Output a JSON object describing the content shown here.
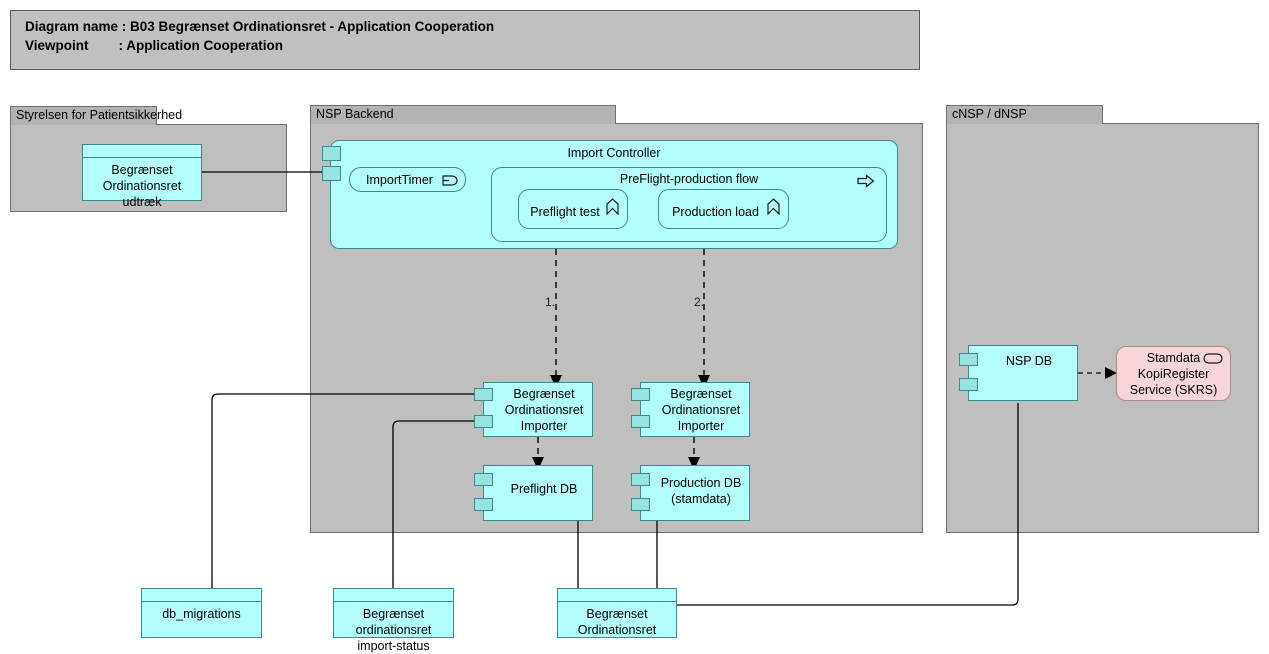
{
  "header": {
    "line1": "Diagram name : B03 Begrænset Ordinationsret - Application Cooperation",
    "line2": "Viewpoint        : Application Cooperation"
  },
  "groups": [
    {
      "id": "spsk",
      "label": "Styrelsen for Patientsikkerhed"
    },
    {
      "id": "nsp",
      "label": "NSP Backend"
    },
    {
      "id": "cnsp",
      "label": "cNSP / dNSP"
    }
  ],
  "elements": {
    "udtraek": {
      "label": "Begrænset\nOrdinationsret\nudtræk",
      "type": "data-object"
    },
    "import_controller": {
      "label": "Import Controller",
      "type": "application-component-rounded"
    },
    "import_timer": {
      "label": "ImportTimer",
      "type": "application-event",
      "icon": "application-event-icon"
    },
    "preflight_flow": {
      "label": "PreFlight-production flow",
      "type": "application-process",
      "icon": "application-process-icon"
    },
    "preflight_test": {
      "label": "Preflight test",
      "type": "application-function",
      "icon": "application-function-icon"
    },
    "production_load": {
      "label": "Production load",
      "type": "application-function",
      "icon": "application-function-icon"
    },
    "importer_preflight": {
      "label": "Begrænset\nOrdinationsret\nImporter",
      "type": "application-component"
    },
    "importer_production": {
      "label": "Begrænset\nOrdinationsret\nImporter",
      "type": "application-component"
    },
    "preflight_db": {
      "label": "Preflight DB",
      "type": "application-component"
    },
    "production_db": {
      "label": "Production DB\n(stamdata)",
      "type": "application-component"
    },
    "nsp_db": {
      "label": "NSP DB",
      "type": "application-component"
    },
    "skrs": {
      "label": "Stamdata\nKopiRegister\nService (SKRS)",
      "type": "application-service",
      "icon": "application-service-icon"
    },
    "db_migrations": {
      "label": "db_migrations",
      "type": "data-object"
    },
    "import_status": {
      "label": "Begrænset\nordinationsret\nimport-status",
      "type": "data-object"
    },
    "bor_dataobject": {
      "label": "Begrænset\nOrdinationsret",
      "type": "data-object"
    }
  },
  "connection_labels": {
    "step1": "1.",
    "step2": "2."
  },
  "colors": {
    "application_fill": "#b3fffc",
    "application_border": "#3a8c8c",
    "port_fill": "#95e4e0",
    "service_fill": "#f7d6d6",
    "group_body": "#bfbfbf",
    "group_tab": "#b3b3b3",
    "note_fill": "#c0c0c0",
    "line": "#000000"
  }
}
